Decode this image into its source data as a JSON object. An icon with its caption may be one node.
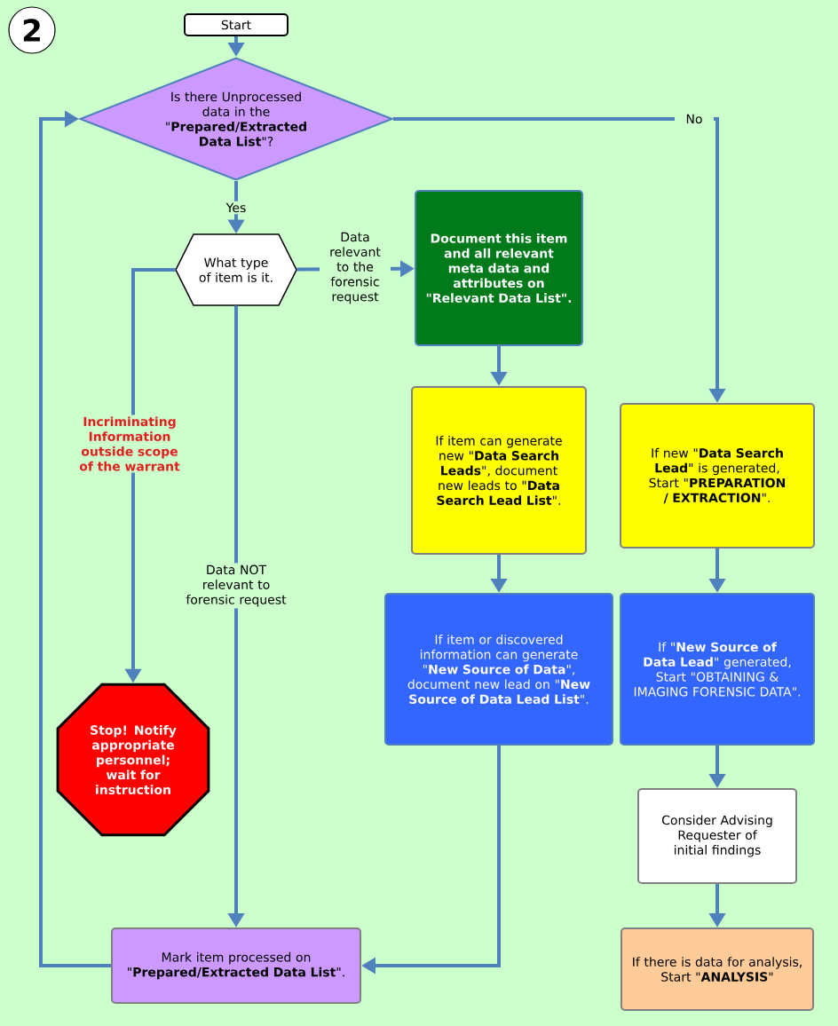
{
  "diagram": {
    "nodes": [
      {
        "text": [
          "2"
        ]
      },
      {
        "text": [
          "Start"
        ]
      },
      {
        "text": [
          "Is there Unprocessed data in the \"**Prepared/Extracted Data List**\"?"
        ]
      },
      {
        "text": [
          "What type of item is it."
        ]
      },
      {
        "text": [
          "Document this item and all relevant meta data and attributes on \"Relevant Data List\"."
        ]
      },
      {
        "text": [
          "If item can generate new \"**Data Search Leads**\", document new leads to \"**Data Search Lead List**\"."
        ]
      },
      {
        "text": [
          "If new \"**Data Search Lead**\" is generated, Start \"**PREPARATION / EXTRACTION**\"."
        ]
      },
      {
        "text": [
          "If item or discovered information can generate \"**New Source of Data**\", document new lead on \"**New Source of Data Lead List**\"."
        ]
      },
      {
        "text": [
          "If \"**New Source of Data Lead**\" generated, Start \"OBTAINING & IMAGING FORENSIC DATA\"."
        ]
      },
      {
        "text": [
          "Stop! Notify appropriate personnel; wait for instruction"
        ]
      },
      {
        "text": [
          "Consider Advising Requester of initial findings"
        ]
      },
      {
        "text": [
          "Mark item processed on \"**Prepared/Extracted Data List**\"."
        ]
      },
      {
        "text": [
          "If there is data for analysis, Start \"**ANALYSIS**\""
        ]
      }
    ],
    "edges": [
      {
        "from": 1,
        "to": 2,
        "arrow": "to"
      },
      {
        "from": 2,
        "to": 3,
        "arrow": "to",
        "label": "Yes"
      },
      {
        "from": 2,
        "to": 6,
        "arrow": "to",
        "label": "No"
      },
      {
        "from": 3,
        "to": 4,
        "arrow": "to",
        "label": "Data relevant to the forensic request"
      },
      {
        "from": 3,
        "to": 9,
        "arrow": "to",
        "label": "Incriminating Information outside scope of the warrant"
      },
      {
        "from": 3,
        "to": 11,
        "arrow": "to",
        "label": "Data NOT relevant to forensic request"
      },
      {
        "from": 4,
        "to": 5,
        "arrow": "to"
      },
      {
        "from": 5,
        "to": 7,
        "arrow": "to"
      },
      {
        "from": 7,
        "to": 11,
        "arrow": "to"
      },
      {
        "from": 6,
        "to": 8,
        "arrow": "to"
      },
      {
        "from": 8,
        "to": 10,
        "arrow": "to"
      },
      {
        "from": 10,
        "to": 12,
        "arrow": "to"
      },
      {
        "from": 11,
        "to": 2,
        "arrow": "to"
      }
    ]
  }
}
